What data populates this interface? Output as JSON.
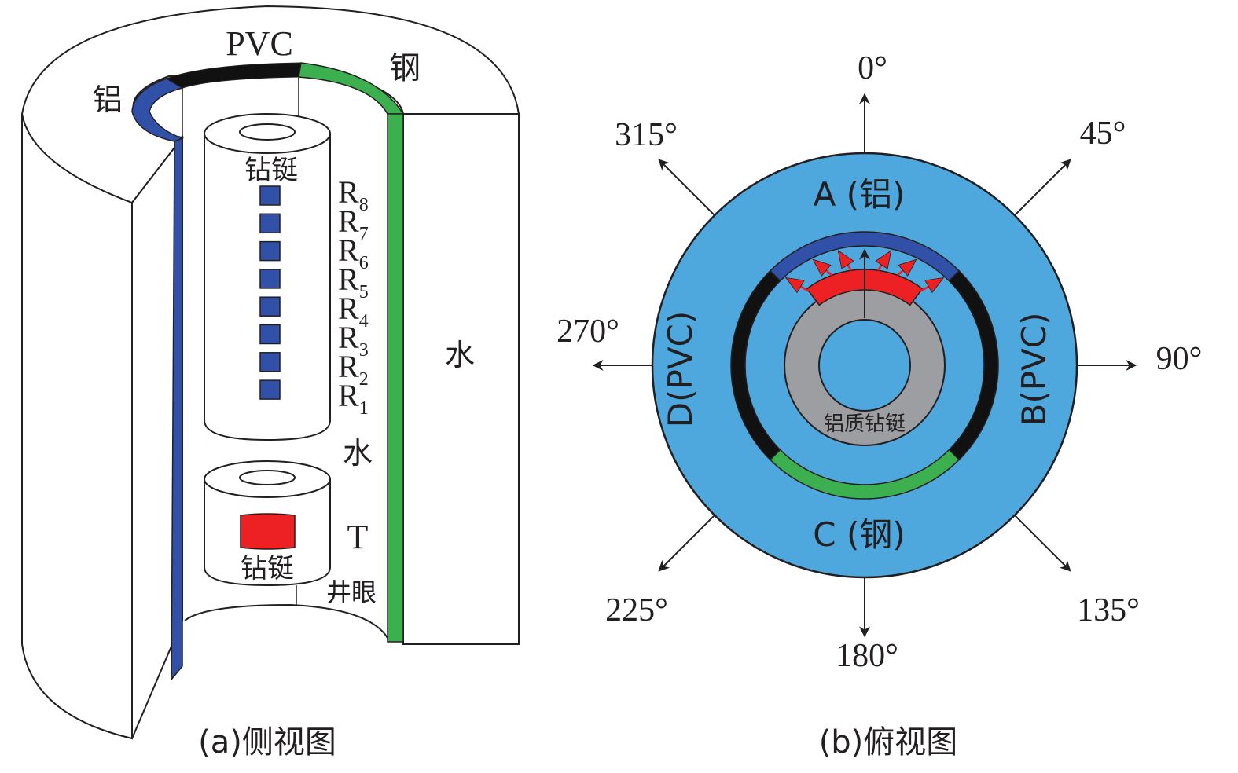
{
  "colors": {
    "aluminum": "#3150a8",
    "pvc": "#111111",
    "steel": "#3cb04e",
    "transmitter": "#ed2024",
    "water_top_view": "#4ea8de",
    "collar_gray": "#9d9ea2",
    "line": "#231f20"
  },
  "side_view": {
    "caption": "(a)侧视图",
    "labels": {
      "pvc": "PVC",
      "aluminum": "铝",
      "steel": "钢",
      "water_outer": "水",
      "water_inner": "水",
      "collar_upper": "钻铤",
      "collar_lower": "钻铤",
      "transmitter": "T",
      "borehole": "井眼"
    },
    "receivers": [
      {
        "base": "R",
        "sub": "8"
      },
      {
        "base": "R",
        "sub": "7"
      },
      {
        "base": "R",
        "sub": "6"
      },
      {
        "base": "R",
        "sub": "5"
      },
      {
        "base": "R",
        "sub": "4"
      },
      {
        "base": "R",
        "sub": "3"
      },
      {
        "base": "R",
        "sub": "2"
      },
      {
        "base": "R",
        "sub": "1"
      }
    ]
  },
  "top_view": {
    "caption": "(b)俯视图",
    "sectors": [
      {
        "id": "A",
        "label": "A (铝)",
        "material": "aluminum"
      },
      {
        "id": "B",
        "label": "B(PVC)",
        "material": "pvc"
      },
      {
        "id": "C",
        "label": "C (钢)",
        "material": "steel"
      },
      {
        "id": "D",
        "label": "D(PVC)",
        "material": "pvc"
      }
    ],
    "collar_label": "铝质钻铤",
    "directions": [
      {
        "deg": 0,
        "label": "0°"
      },
      {
        "deg": 45,
        "label": "45°"
      },
      {
        "deg": 90,
        "label": "90°"
      },
      {
        "deg": 135,
        "label": "135°"
      },
      {
        "deg": 180,
        "label": "180°"
      },
      {
        "deg": 225,
        "label": "225°"
      },
      {
        "deg": 270,
        "label": "270°"
      },
      {
        "deg": 315,
        "label": "315°"
      }
    ],
    "red_arrow_count": 6
  }
}
